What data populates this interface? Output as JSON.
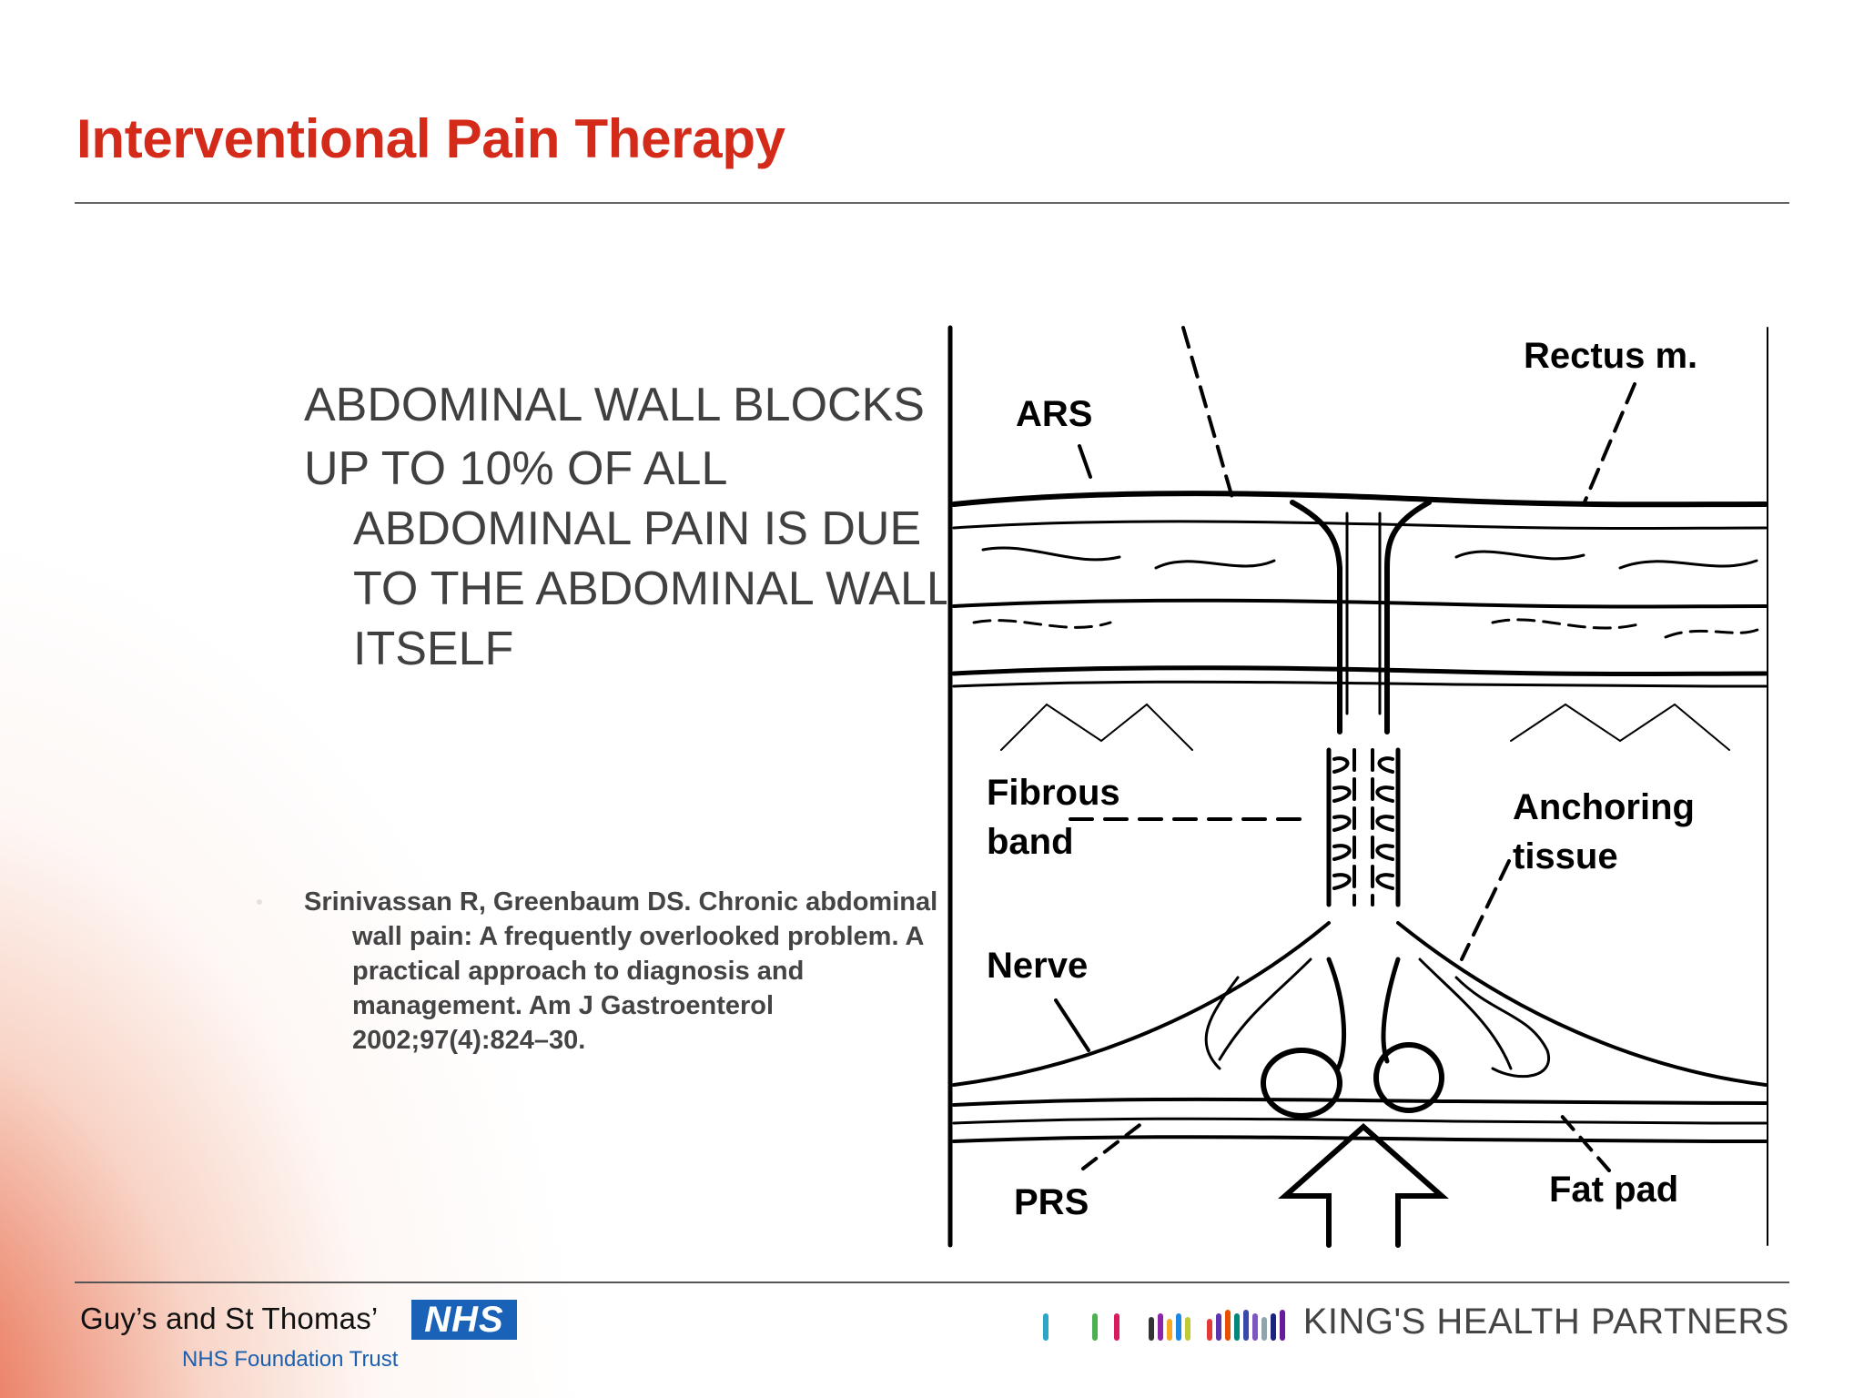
{
  "slide": {
    "title": "Interventional Pain Therapy",
    "bullet_1": "ABDOMINAL WALL BLOCKS",
    "bullet_2": "UP TO 10% OF ALL ABDOMINAL PAIN IS DUE TO THE ABDOMINAL WALL ITSELF",
    "reference": "Srinivassan R, Greenbaum DS. Chronic abdominal wall pain: A frequently overlooked problem. A practical approach to diagnosis and management. Am J Gastroenterol 2002;97(4):824–30."
  },
  "figure": {
    "labels": {
      "rectus": "Rectus m.",
      "ars": "ARS",
      "fibrous": "Fibrous",
      "band": "band",
      "anchoring": "Anchoring",
      "tissue": "tissue",
      "nerve": "Nerve",
      "prs": "PRS",
      "fat_pad": "Fat pad"
    }
  },
  "footer": {
    "trust_name": "Guy’s and St Thomas’",
    "nhs_logo": "NHS",
    "trust_subtitle": "NHS Foundation Trust",
    "partners": "KING'S HEALTH PARTNERS"
  },
  "colors": {
    "title": "#d42a1a",
    "nhs_blue": "#1a62b8",
    "background_accent": "#e2502d"
  },
  "icons": [
    "nhs-logo",
    "kings-health-partners-logo-bars"
  ]
}
